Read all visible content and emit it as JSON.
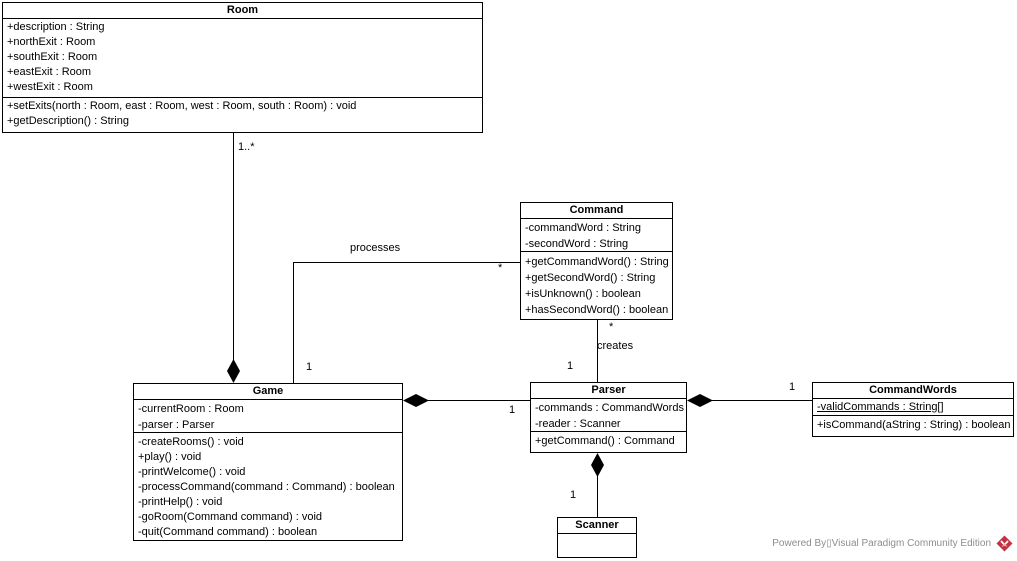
{
  "diagram": {
    "classes": [
      {
        "name": "Room",
        "attributes": [
          "+description : String",
          "+northExit : Room",
          "+southExit : Room",
          "+eastExit : Room",
          "+westExit : Room"
        ],
        "methods": [
          "+setExits(north : Room, east : Room, west : Room, south : Room) : void",
          "+getDescription() : String"
        ]
      },
      {
        "name": "Command",
        "attributes": [
          "-commandWord : String",
          "-secondWord : String"
        ],
        "methods": [
          "+getCommandWord() : String",
          "+getSecondWord() : String",
          "+isUnknown() : boolean",
          "+hasSecondWord() : boolean"
        ]
      },
      {
        "name": "Game",
        "attributes": [
          "-currentRoom : Room",
          "-parser : Parser"
        ],
        "methods": [
          "-createRooms() : void",
          "+play() : void",
          "-printWelcome() : void",
          "-processCommand(command : Command) : boolean",
          "-printHelp() : void",
          "-goRoom(Command command) : void",
          "-quit(Command command) : boolean"
        ]
      },
      {
        "name": "Parser",
        "attributes": [
          "-commands : CommandWords",
          "-reader : Scanner"
        ],
        "methods": [
          "+getCommand() : Command"
        ]
      },
      {
        "name": "CommandWords",
        "attributes": [
          "-validCommands : String[]"
        ],
        "methods": [
          "+isCommand(aString : String) : boolean"
        ]
      },
      {
        "name": "Scanner",
        "attributes": [],
        "methods": []
      }
    ],
    "edge_labels": {
      "room_game_multiplicity": "1..*",
      "processes_name": "processes",
      "processes_command_multiplicity": "*",
      "processes_game_multiplicity": "1",
      "creates_command_multiplicity": "*",
      "creates_name": "creates",
      "creates_parser_multiplicity": "1",
      "game_parser_multiplicity": "1",
      "parser_commandwords_multiplicity": "1",
      "parser_scanner_multiplicity": "1"
    },
    "relationships": [
      {
        "from": "Game",
        "to": "Room",
        "type": "composition",
        "target_multiplicity": "1..*"
      },
      {
        "from": "Game",
        "to": "Command",
        "type": "association",
        "name": "processes",
        "source_multiplicity": "1",
        "target_multiplicity": "*"
      },
      {
        "from": "Parser",
        "to": "Command",
        "type": "association",
        "name": "creates",
        "source_multiplicity": "1",
        "target_multiplicity": "*"
      },
      {
        "from": "Game",
        "to": "Parser",
        "type": "composition",
        "target_multiplicity": "1"
      },
      {
        "from": "Parser",
        "to": "CommandWords",
        "type": "composition",
        "target_multiplicity": "1"
      },
      {
        "from": "Parser",
        "to": "Scanner",
        "type": "composition",
        "target_multiplicity": "1"
      }
    ],
    "colors": {
      "line": "#000000",
      "background": "#ffffff",
      "footer_text": "#8d8d8d",
      "logo": "#c13543"
    }
  },
  "footer": {
    "text": "Powered By▯Visual Paradigm Community Edition"
  }
}
